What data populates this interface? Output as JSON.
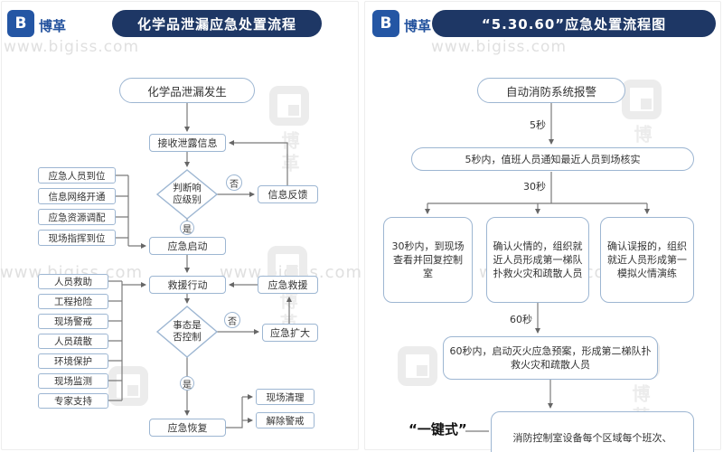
{
  "brand": {
    "logo_letter": "B",
    "logo_text": "博革",
    "watermark_url": "www.bigiss.com"
  },
  "colors": {
    "banner_bg": "#1e3765",
    "logo_bg": "#2456a4",
    "node_border": "#9db6d2",
    "arrow": "#7a7a7a",
    "watermark": "#ececec"
  },
  "left": {
    "title": "化学品泄漏应急处置流程",
    "start": "化学品泄漏发生",
    "receive": "接收泄露信息",
    "decision_level": "判断响应级别",
    "label_no": "否",
    "label_yes": "是",
    "feedback": "信息反馈",
    "launch": "应急启动",
    "prep_items": [
      "应急人员到位",
      "信息网络开通",
      "应急资源调配",
      "现场指挥到位"
    ],
    "rescue": "救援行动",
    "emergency_rescue": "应急救援",
    "rescue_items": [
      "人员救助",
      "工程抢险",
      "现场警戒",
      "人员疏散",
      "环境保护",
      "现场监测",
      "专家支持"
    ],
    "decision_control": "事态是否控制",
    "expand": "应急扩大",
    "recovery": "应急恢复",
    "recovery_items": [
      "现场清理",
      "解除警戒"
    ]
  },
  "right": {
    "title": "“5.30.60”应急处置流程图",
    "start": "自动消防系统报警",
    "t5": "5秒",
    "step5": "5秒内，值班人员通知最近人员到场核实",
    "t30": "30秒",
    "branch1": "30秒内，到现场查看并回复控制室",
    "branch2": "确认火情的，组织就近人员形成第一梯队扑救火灾和疏散人员",
    "branch3": "确认误报的，组织就近人员形成第一模拟火情演练",
    "t60": "60秒",
    "step60": "60秒内，启动灭火应急预案，形成第二梯队扑救火灾和疏散人员",
    "onekey": "“一键式”",
    "control_room": "消防控制室设备每个区域每个班次、"
  }
}
